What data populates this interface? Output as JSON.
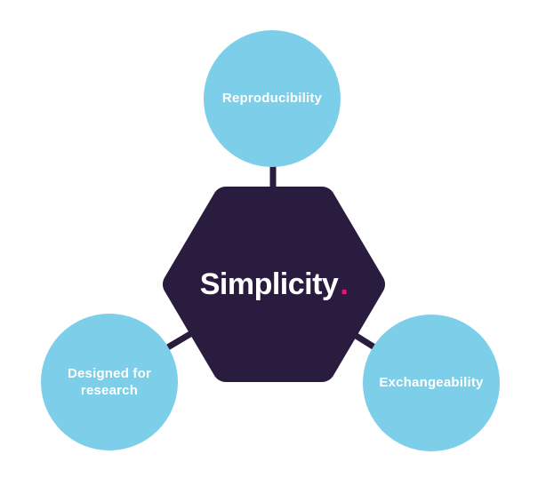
{
  "diagram": {
    "center_node": {
      "label": "Simplicity",
      "accent_dot": "."
    },
    "satellite_nodes": [
      {
        "position": "top",
        "label": "Reproducibility"
      },
      {
        "position": "bottom-left",
        "label": "Designed for research"
      },
      {
        "position": "bottom-right",
        "label": "Exchangeability"
      }
    ],
    "colors": {
      "satellite_fill": "#7ccee9",
      "center_fill": "#2a1c3f",
      "connector": "#2a1c3f",
      "accent": "#e8117f",
      "label_text": "#ffffff",
      "background": "#ffffff"
    }
  }
}
